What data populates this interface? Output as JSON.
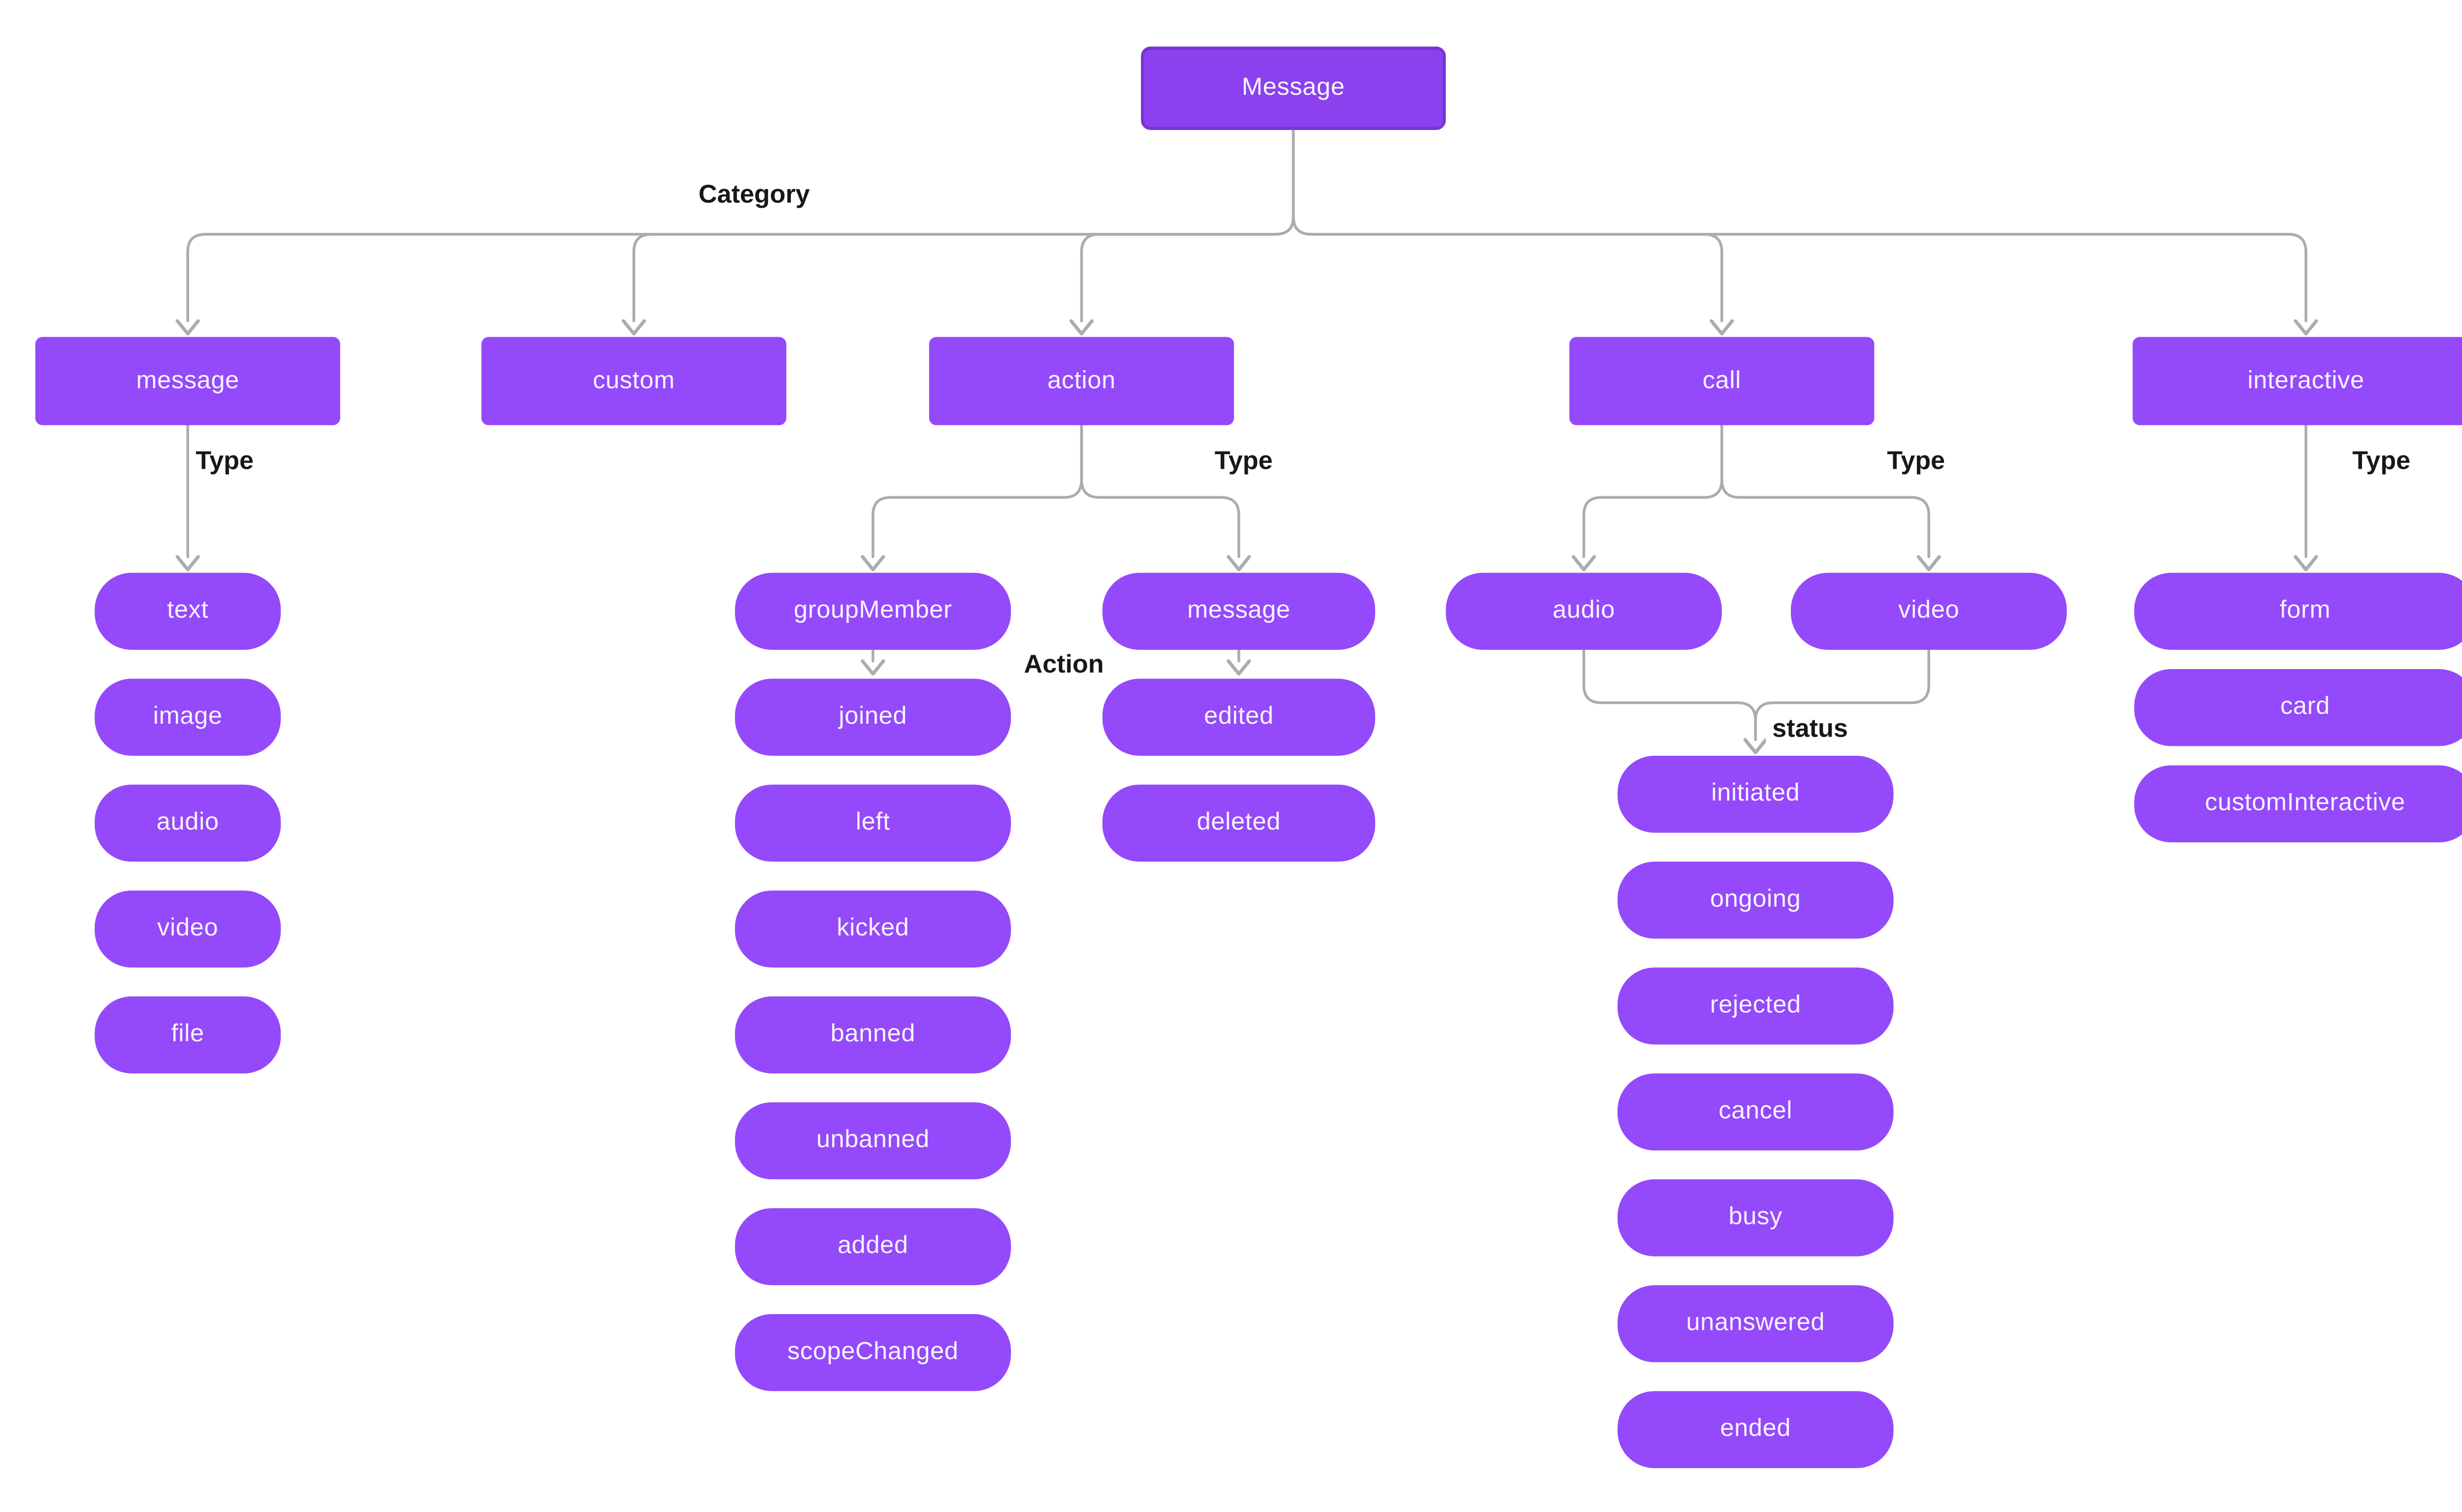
{
  "diagram": {
    "colors": {
      "node_fill": "#9449FB",
      "root_fill": "#8B42EE",
      "root_border": "#7935D4",
      "edge_line": "#ACACAC",
      "label_text": "#17181C",
      "node_text": "#F7F3FF",
      "background": "#FFFFFF"
    },
    "nodes": [
      {
        "id": "root",
        "label": "Message",
        "kind": "root"
      },
      {
        "id": "cat-message",
        "label": "message",
        "kind": "category"
      },
      {
        "id": "cat-custom",
        "label": "custom",
        "kind": "category"
      },
      {
        "id": "cat-action",
        "label": "action",
        "kind": "category"
      },
      {
        "id": "cat-call",
        "label": "call",
        "kind": "category"
      },
      {
        "id": "cat-interactive",
        "label": "interactive",
        "kind": "category"
      },
      {
        "id": "msg-text",
        "label": "text",
        "kind": "pill"
      },
      {
        "id": "msg-image",
        "label": "image",
        "kind": "pill"
      },
      {
        "id": "msg-audio",
        "label": "audio",
        "kind": "pill"
      },
      {
        "id": "msg-video",
        "label": "video",
        "kind": "pill"
      },
      {
        "id": "msg-file",
        "label": "file",
        "kind": "pill"
      },
      {
        "id": "grp-groupMember",
        "label": "groupMember",
        "kind": "pill"
      },
      {
        "id": "grp-joined",
        "label": "joined",
        "kind": "pill"
      },
      {
        "id": "grp-left",
        "label": "left",
        "kind": "pill"
      },
      {
        "id": "grp-kicked",
        "label": "kicked",
        "kind": "pill"
      },
      {
        "id": "grp-banned",
        "label": "banned",
        "kind": "pill"
      },
      {
        "id": "grp-unbanned",
        "label": "unbanned",
        "kind": "pill"
      },
      {
        "id": "grp-added",
        "label": "added",
        "kind": "pill"
      },
      {
        "id": "grp-scopeChanged",
        "label": "scopeChanged",
        "kind": "pill"
      },
      {
        "id": "am-message",
        "label": "message",
        "kind": "pill"
      },
      {
        "id": "am-edited",
        "label": "edited",
        "kind": "pill"
      },
      {
        "id": "am-deleted",
        "label": "deleted",
        "kind": "pill"
      },
      {
        "id": "call-audio",
        "label": "audio",
        "kind": "pill"
      },
      {
        "id": "call-video",
        "label": "video",
        "kind": "pill"
      },
      {
        "id": "st-initiated",
        "label": "initiated",
        "kind": "pill"
      },
      {
        "id": "st-ongoing",
        "label": "ongoing",
        "kind": "pill"
      },
      {
        "id": "st-rejected",
        "label": "rejected",
        "kind": "pill"
      },
      {
        "id": "st-cancel",
        "label": "cancel",
        "kind": "pill"
      },
      {
        "id": "st-busy",
        "label": "busy",
        "kind": "pill"
      },
      {
        "id": "st-unanswered",
        "label": "unanswered",
        "kind": "pill"
      },
      {
        "id": "st-ended",
        "label": "ended",
        "kind": "pill"
      },
      {
        "id": "int-form",
        "label": "form",
        "kind": "pill"
      },
      {
        "id": "int-card",
        "label": "card",
        "kind": "pill"
      },
      {
        "id": "int-customInteractive",
        "label": "customInteractive",
        "kind": "pill"
      }
    ],
    "edges": [
      {
        "from": "root",
        "to": "cat-message",
        "label": "Category"
      },
      {
        "from": "root",
        "to": "cat-custom"
      },
      {
        "from": "root",
        "to": "cat-action"
      },
      {
        "from": "root",
        "to": "cat-call"
      },
      {
        "from": "root",
        "to": "cat-interactive"
      },
      {
        "from": "cat-message",
        "to": "msg-text",
        "label": "Type"
      },
      {
        "from": "cat-action",
        "to": "grp-groupMember"
      },
      {
        "from": "cat-action",
        "to": "am-message",
        "label": "Type"
      },
      {
        "from": "cat-call",
        "to": "call-audio"
      },
      {
        "from": "cat-call",
        "to": "call-video",
        "label": "Type"
      },
      {
        "from": "cat-interactive",
        "to": "int-form",
        "label": "Type"
      },
      {
        "from": "grp-groupMember",
        "to": "grp-joined",
        "label": "Action"
      },
      {
        "from": "am-message",
        "to": "am-edited"
      },
      {
        "from": "call-audio",
        "to": "st-initiated",
        "label": "status"
      },
      {
        "from": "call-video",
        "to": "st-initiated"
      }
    ]
  }
}
